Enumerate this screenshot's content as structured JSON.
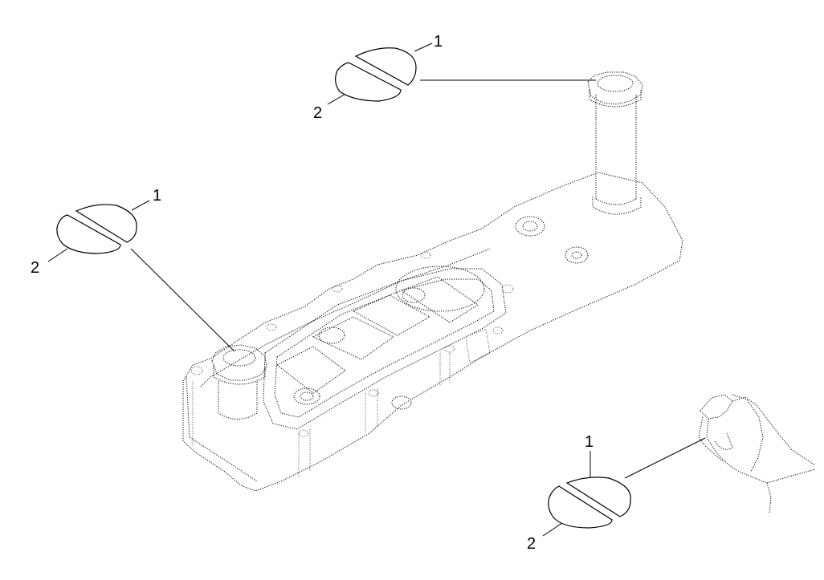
{
  "callouts": {
    "top_1": "1",
    "top_2": "2",
    "left_1": "1",
    "left_2": "2",
    "bottom_1": "1",
    "bottom_2": "2"
  }
}
